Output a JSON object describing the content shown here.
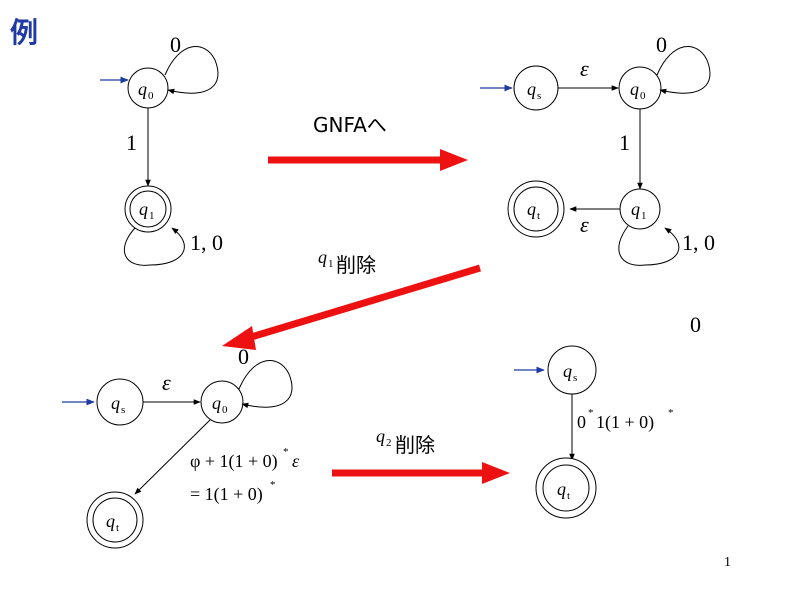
{
  "slide": {
    "title": "例",
    "page_number": "1"
  },
  "arrows": {
    "to_gnfa": "GNFAへ",
    "remove_q1_sym": "q",
    "remove_q1_sub": "1",
    "remove_q1_text": "削除",
    "remove_q2_sym": "q",
    "remove_q2_sub": "2",
    "remove_q2_text": "削除"
  },
  "states": {
    "q": "q",
    "sub_0": "0",
    "sub_1": "1",
    "sub_s": "s",
    "sub_t": "t"
  },
  "labels": {
    "zero": "0",
    "one": "1",
    "one_zero": "1, 0",
    "epsilon": "ε",
    "stray_zero": "0",
    "expr1_line1": "φ + 1(1 + 0)",
    "expr1_star": "*",
    "expr1_eps": "ε",
    "expr1_line2": "= 1(1 + 0)",
    "expr1_star2": "*",
    "final_expr_a": "0",
    "final_expr_star1": "*",
    "final_expr_b": "1(1 + 0)",
    "final_expr_star2": "*"
  },
  "colors": {
    "title": "#1f3aa5",
    "start_arrow": "#1f3aa5",
    "transform_arrow": "#ee1111"
  }
}
